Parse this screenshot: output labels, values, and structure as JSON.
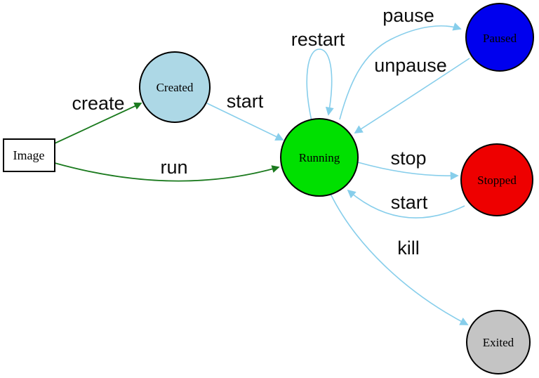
{
  "diagram": {
    "type": "state-transition-diagram",
    "background": "#ffffff",
    "nodes": [
      {
        "id": "image",
        "label": "Image",
        "shape": "rect",
        "fill": "#ffffff",
        "stroke": "#2222dd"
      },
      {
        "id": "created",
        "label": "Created",
        "shape": "circle",
        "fill": "#add8e6",
        "stroke": "#000000"
      },
      {
        "id": "running",
        "label": "Running",
        "shape": "circle",
        "fill": "#00e000",
        "stroke": "#000000"
      },
      {
        "id": "paused",
        "label": "Paused",
        "shape": "circle",
        "fill": "#0000ee",
        "stroke": "#000000"
      },
      {
        "id": "stopped",
        "label": "Stopped",
        "shape": "circle",
        "fill": "#ee0000",
        "stroke": "#000000"
      },
      {
        "id": "exited",
        "label": "Exited",
        "shape": "circle",
        "fill": "#c4c4c4",
        "stroke": "#000000"
      }
    ],
    "edges": [
      {
        "from": "image",
        "to": "created",
        "label": "create",
        "color": "#1b7a1e"
      },
      {
        "from": "image",
        "to": "running",
        "label": "run",
        "color": "#1b7a1e"
      },
      {
        "from": "created",
        "to": "running",
        "label": "start",
        "color": "#87ceeb"
      },
      {
        "from": "running",
        "to": "running",
        "label": "restart",
        "color": "#87ceeb"
      },
      {
        "from": "running",
        "to": "paused",
        "label": "pause",
        "color": "#87ceeb"
      },
      {
        "from": "paused",
        "to": "running",
        "label": "unpause",
        "color": "#87ceeb"
      },
      {
        "from": "running",
        "to": "stopped",
        "label": "stop",
        "color": "#87ceeb"
      },
      {
        "from": "stopped",
        "to": "running",
        "label": "start",
        "color": "#87ceeb"
      },
      {
        "from": "running",
        "to": "exited",
        "label": "kill",
        "color": "#87ceeb"
      }
    ]
  }
}
